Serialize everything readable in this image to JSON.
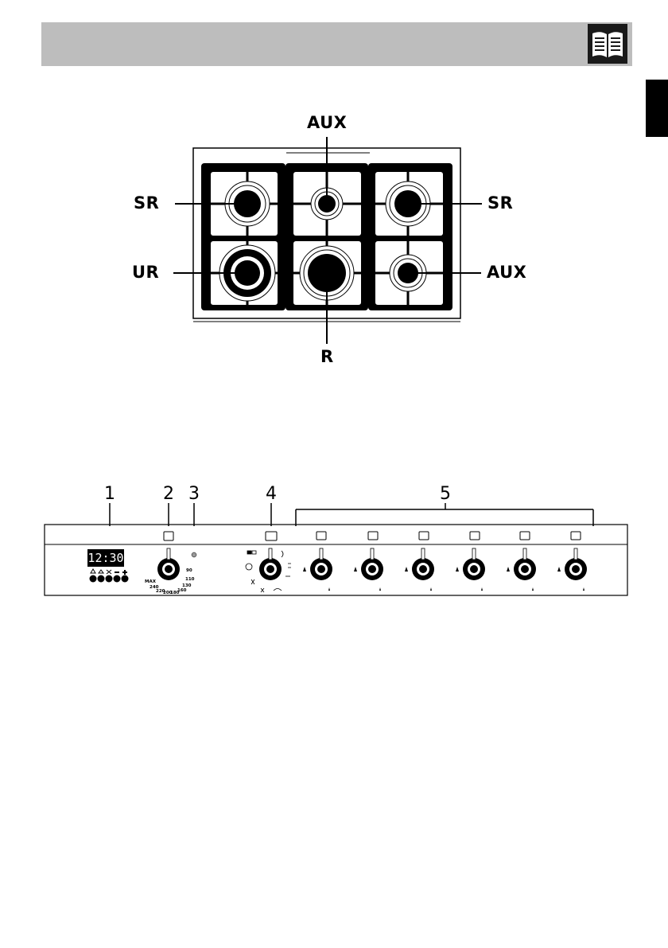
{
  "hob": {
    "labels": {
      "top_center": "AUX",
      "left_top": "SR",
      "right_top": "SR",
      "left_bottom": "UR",
      "right_bottom": "AUX",
      "bottom_center": "R"
    }
  },
  "panel": {
    "callouts": [
      "1",
      "2",
      "3",
      "4",
      "5"
    ],
    "clock_display": "12:30",
    "thermostat_scale": [
      "MAX",
      "240",
      "220",
      "200",
      "180",
      "160",
      "130",
      "110",
      "90"
    ]
  },
  "colors": {
    "header": "#bdbdbd",
    "ink": "#000000"
  }
}
